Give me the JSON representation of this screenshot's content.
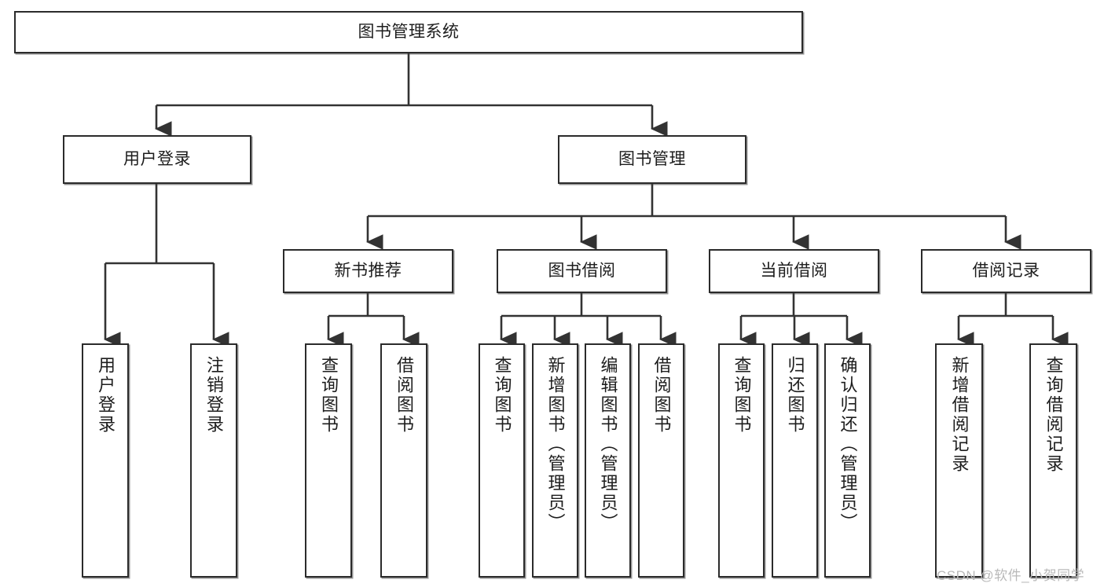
{
  "diagram": {
    "title": "图书管理系统",
    "type": "tree-hierarchy-diagram",
    "watermark": "CSDN @软件_小贺同学",
    "colors": {
      "box_border": "#2b2b2b",
      "box_fill": "#ffffff",
      "edge": "#333333",
      "text": "#1d1d1d",
      "watermark": "#b9b9b9",
      "background": "#ffffff"
    },
    "nodes": {
      "root": {
        "label": "图书管理系统"
      },
      "level2": [
        {
          "id": "user-login",
          "label": "用户登录"
        },
        {
          "id": "book-management",
          "label": "图书管理"
        }
      ],
      "level3": [
        {
          "id": "new-book-recommend",
          "label": "新书推荐"
        },
        {
          "id": "book-borrow",
          "label": "图书借阅"
        },
        {
          "id": "current-borrow",
          "label": "当前借阅"
        },
        {
          "id": "borrow-record",
          "label": "借阅记录"
        }
      ],
      "leaves": {
        "user-login": [
          {
            "id": "leaf-user-login",
            "label": "用户登录"
          },
          {
            "id": "leaf-logout-login",
            "label": "注销登录"
          }
        ],
        "new-book-recommend": [
          {
            "id": "leaf-query-book-1",
            "label": "查询图书"
          },
          {
            "id": "leaf-borrow-book-1",
            "label": "借阅图书"
          }
        ],
        "book-borrow": [
          {
            "id": "leaf-query-book-2",
            "label": "查询图书"
          },
          {
            "id": "leaf-add-book",
            "label": "新增图书（管理员）"
          },
          {
            "id": "leaf-edit-book",
            "label": "编辑图书（管理员）"
          },
          {
            "id": "leaf-borrow-book-2",
            "label": "借阅图书"
          }
        ],
        "current-borrow": [
          {
            "id": "leaf-query-book-3",
            "label": "查询图书"
          },
          {
            "id": "leaf-return-book",
            "label": "归还图书"
          },
          {
            "id": "leaf-confirm-return",
            "label": "确认归还（管理员）"
          }
        ],
        "borrow-record": [
          {
            "id": "leaf-add-record",
            "label": "新增借阅记录"
          },
          {
            "id": "leaf-query-record",
            "label": "查询借阅记录"
          }
        ]
      }
    }
  }
}
